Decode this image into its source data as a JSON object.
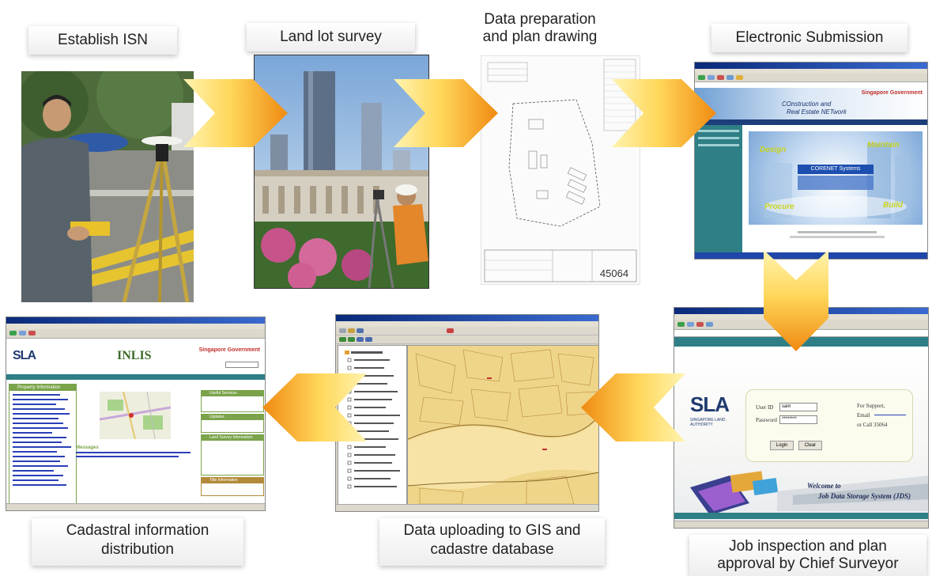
{
  "steps": {
    "establish_isn": "Establish ISN",
    "land_lot_survey": "Land lot survey",
    "data_preparation": [
      "Data preparation",
      "and plan drawing"
    ],
    "electronic_submission": "Electronic Submission",
    "job_inspection": [
      "Job inspection and plan",
      "approval by Chief Surveyor"
    ],
    "data_uploading": [
      "Data uploading to GIS and",
      "cadastre database"
    ],
    "cadastral_distribution": [
      "Cadastral information",
      "distribution"
    ]
  },
  "plan_drawing": {
    "plan_number": "45064"
  },
  "corenet": {
    "brand": "Singapore Government",
    "title_line1": "COnstruction and",
    "title_line2": "Real Estate NETwork",
    "center_label": "CORENET Systems",
    "corner_words": [
      "Design",
      "Maintain",
      "Procure",
      "Build"
    ]
  },
  "jds": {
    "logo": "SLA",
    "logo_sub": "SINGAPORE LAND AUTHORITY",
    "user_id_label": "User ID",
    "user_id_value": "sam",
    "password_label": "Password",
    "password_value": "********",
    "login_button": "Login",
    "clear_button": "Clear",
    "support_lines": [
      "For Support,",
      "Email",
      "or Call 35064"
    ],
    "welcome_line1": "Welcome to",
    "welcome_line2": "Job Data Storage System (JDS)"
  },
  "inlis": {
    "logo": "SLA",
    "title": "INLIS",
    "brand": "Singapore Government",
    "panel_left_title": "Property Information",
    "panel_right_titles": [
      "Useful Services",
      "Updates",
      "Land Survey Information",
      "Title Information"
    ],
    "message_title": "Messages"
  },
  "colors": {
    "arrow_light": "#ffe58a",
    "arrow_dark": "#f39a1c",
    "title_bar": "#0a2a7a",
    "chrome": "#d8d4c8",
    "teal": "#2f7f86",
    "map_fill": "#efd58a"
  }
}
